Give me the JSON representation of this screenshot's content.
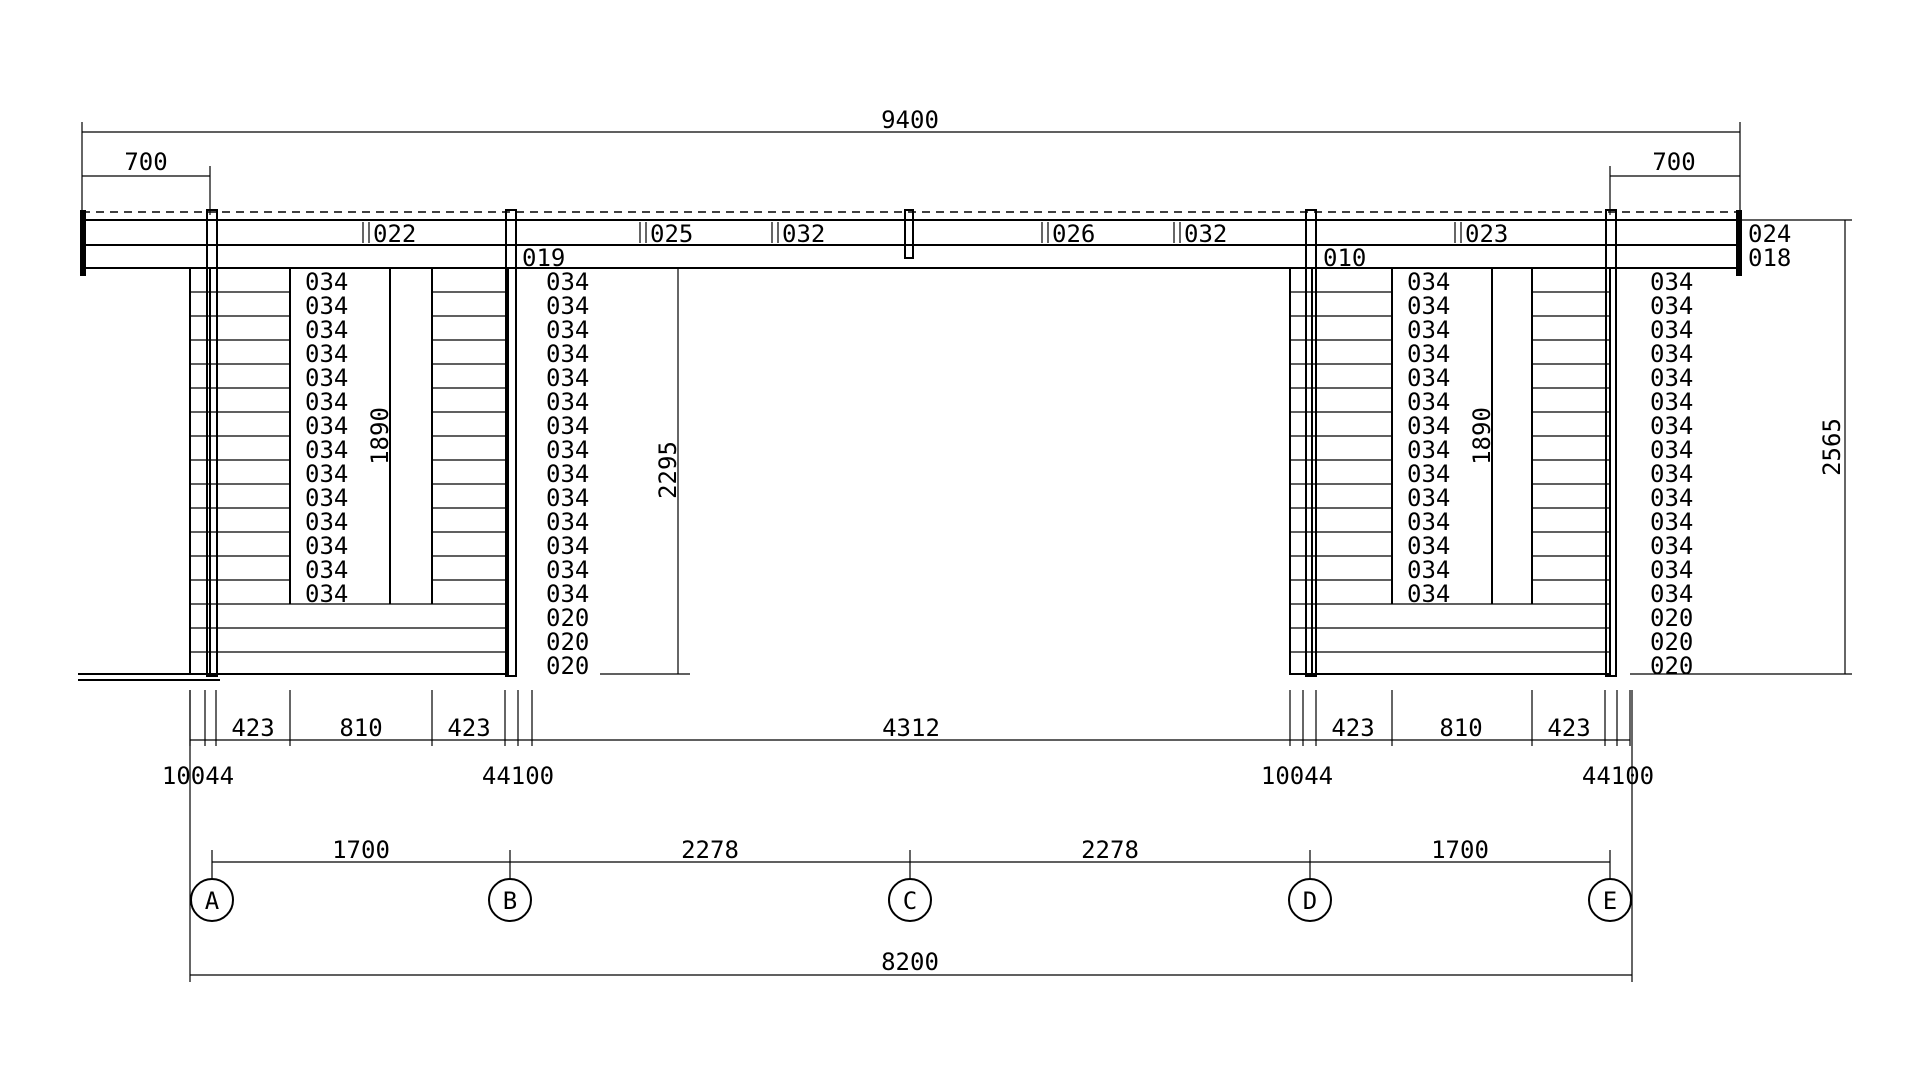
{
  "overall_dims": {
    "top_length": "9400",
    "left_overhang": "700",
    "right_overhang": "700",
    "total_height": "2565",
    "bottom_length": "8200"
  },
  "beam_labels": [
    "022",
    "025",
    "032",
    "026",
    "032",
    "023"
  ],
  "right_end_labels": [
    "024",
    "018"
  ],
  "plate_labels": {
    "left": "019",
    "right": "010"
  },
  "left_block": {
    "opening_height": "1890",
    "log_labels": [
      "034",
      "034",
      "034",
      "034",
      "034",
      "034",
      "034",
      "034",
      "034",
      "034",
      "034",
      "034",
      "034",
      "034"
    ]
  },
  "right_block": {
    "opening_height": "1890",
    "log_labels": [
      "034",
      "034",
      "034",
      "034",
      "034",
      "034",
      "034",
      "034",
      "034",
      "034",
      "034",
      "034",
      "034",
      "034"
    ]
  },
  "course_labels_b": [
    "034",
    "034",
    "034",
    "034",
    "034",
    "034",
    "034",
    "034",
    "034",
    "034",
    "034",
    "034",
    "034",
    "034",
    "020",
    "020",
    "020"
  ],
  "course_labels_e": [
    "034",
    "034",
    "034",
    "034",
    "034",
    "034",
    "034",
    "034",
    "034",
    "034",
    "034",
    "034",
    "034",
    "034",
    "020",
    "020",
    "020"
  ],
  "center_opening_height": "2295",
  "segment_dims": {
    "left": [
      "423",
      "810",
      "423"
    ],
    "middle": "4312",
    "right": [
      "423",
      "810",
      "423"
    ]
  },
  "small_dims": {
    "a": "10044",
    "b": "44100",
    "d": "10044",
    "e": "44100"
  },
  "axis_dims": [
    "1700",
    "2278",
    "2278",
    "1700"
  ],
  "axes": [
    "A",
    "B",
    "C",
    "D",
    "E"
  ]
}
